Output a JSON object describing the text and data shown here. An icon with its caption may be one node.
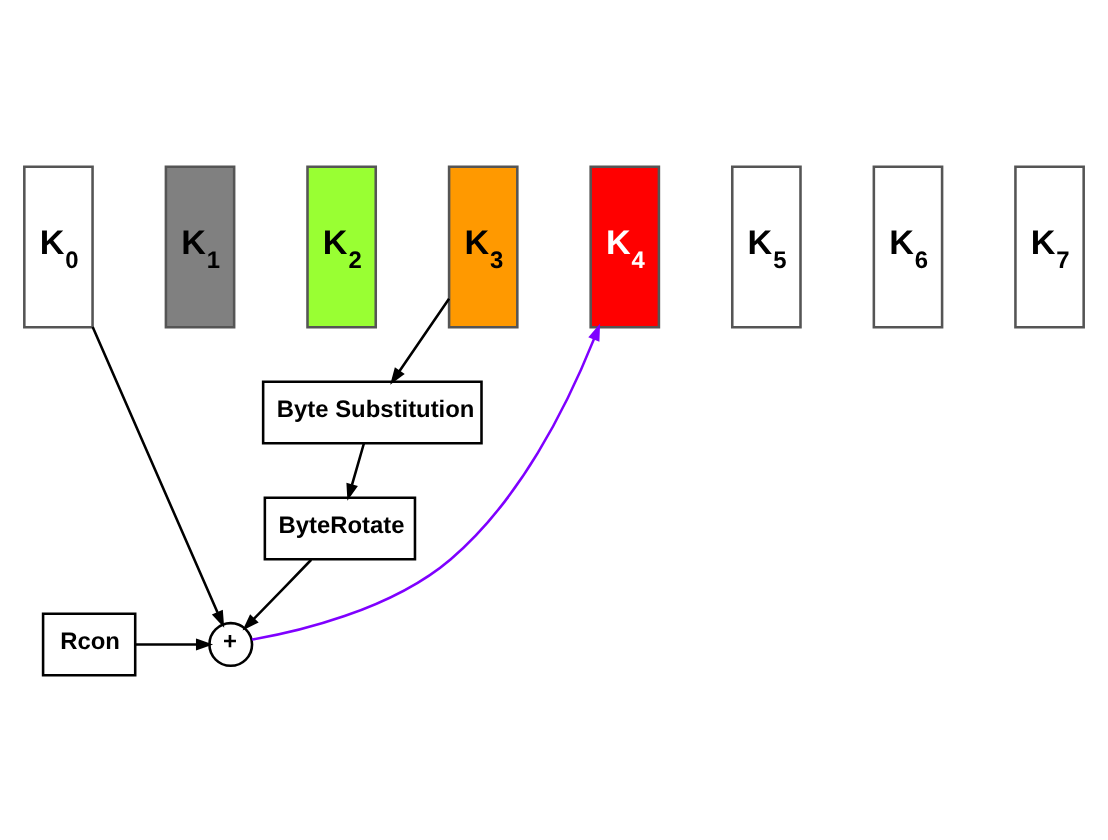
{
  "diagram": {
    "nodes": [
      {
        "text": [
          "K$_{0}$"
        ]
      },
      {
        "text": [
          "K$_{1}$"
        ]
      },
      {
        "text": [
          "K$_{2}$"
        ]
      },
      {
        "text": [
          "K$_{3}$"
        ]
      },
      {
        "text": [
          "K$_{4}$"
        ]
      },
      {
        "text": [
          "K$_{5}$"
        ]
      },
      {
        "text": [
          "K$_{6}$"
        ]
      },
      {
        "text": [
          "K$_{7}$"
        ]
      },
      {
        "text": [
          "Byte Substitution"
        ]
      },
      {
        "text": [
          "ByteRotate"
        ]
      },
      {
        "text": [
          "+"
        ]
      },
      {
        "text": [
          "Rcon"
        ]
      }
    ],
    "edges": [
      {
        "from": 3,
        "to": 8,
        "arrow": "to"
      },
      {
        "from": 8,
        "to": 9,
        "arrow": "to"
      },
      {
        "from": 9,
        "to": 10,
        "arrow": "to"
      },
      {
        "from": 0,
        "to": 10,
        "arrow": "to"
      },
      {
        "from": 11,
        "to": 10,
        "arrow": "to"
      },
      {
        "from": 10,
        "to": 4,
        "arrow": "to",
        "color": "#7f00ff"
      }
    ]
  }
}
